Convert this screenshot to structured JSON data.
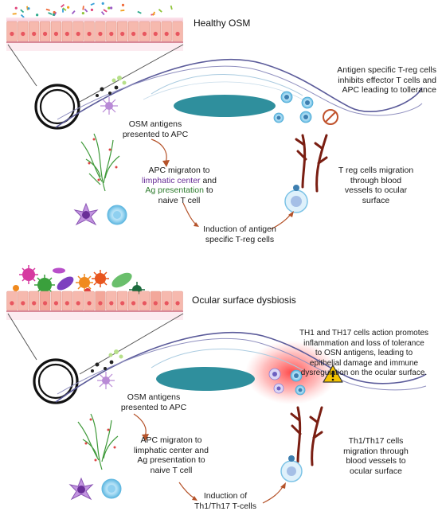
{
  "healthy": {
    "title": "Healthy OSM",
    "label_tregs_inhibit": "Antigen specific T-reg cells\ninhibits effector T cells and\nAPC leading to tollerance",
    "label_osm_antigens": "OSM antigens\npresented to APC",
    "label_apc_migration_line1": "APC migraton to",
    "label_apc_migration_line2": "limphatic center",
    "label_apc_migration_line2_rest": " and",
    "label_apc_migration_line3": "Ag presentation",
    "label_apc_migration_line3_rest": " to",
    "label_apc_migration_line4": "naive T cell",
    "label_induction": "Induction of  antigen\nspecific T-reg cells",
    "label_treg_migration": "T reg cells migration\nthrough blood\nvessels to ocular\nsurface"
  },
  "dysbiosis": {
    "title": "Ocular surface dysbiosis",
    "label_th_action": "TH1 and TH17 cells action promotes\ninflammation and loss of tolerance\nto OSN antigens, leading to\nepithelial damage and immune\ndysregulation on the ocular surface.",
    "label_osm_antigens": "OSM antigens\npresented to APC",
    "label_apc_migration": "APC migraton to\nlimphatic center and\nAg presentation to\nnaive T cell",
    "label_induction": "Induction of\nTh1/Th17 T-cells",
    "label_th_migration": "Th1/Th17 cells\nmigration through\nblood vessels to\nocular surface"
  },
  "colors": {
    "epithelium_cell": "#f6b9ae",
    "epithelium_nucleus": "#e8565f",
    "lens": "#2f8f9d",
    "conjunctiva_line": "#5b5b9a",
    "vessel": "#7a1e12",
    "apc_purple": "#9b59c4",
    "tcell_blue": "#6fc3e8",
    "lymph_green": "#3f9a3a",
    "inflammation_red": "#ff3b3b",
    "warning_yellow": "#f5c400"
  },
  "icons": [
    "no-entry-icon",
    "warning-icon"
  ]
}
